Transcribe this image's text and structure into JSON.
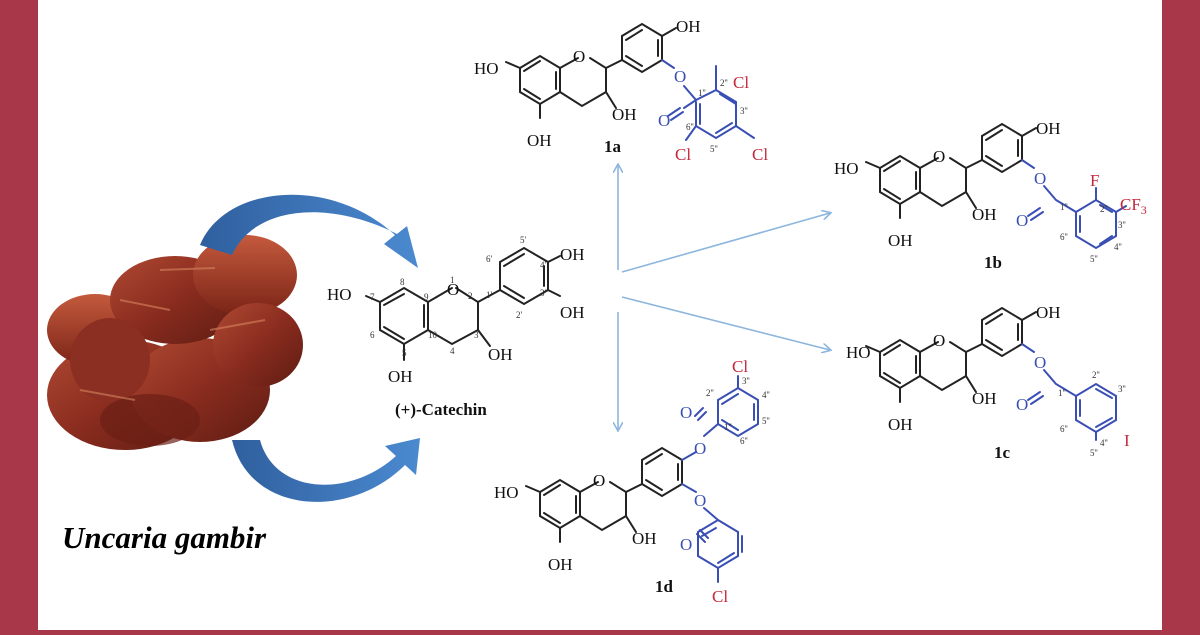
{
  "image": {
    "source_label": "Uncaria gambir",
    "product": "(+)-Catechin"
  },
  "compounds": {
    "catechin": {
      "label": "(+)-Catechin",
      "substituents": [
        "HO",
        "OH",
        "OH",
        "OH",
        "OH"
      ],
      "atom_numbers": [
        "1",
        "2",
        "3",
        "4",
        "5",
        "6",
        "7",
        "8",
        "9",
        "10",
        "1'",
        "2'",
        "3'",
        "4'",
        "5'",
        "6'"
      ],
      "ring_atom": "O"
    },
    "d1a": {
      "label": "1a",
      "substituents": [
        "HO",
        "OH",
        "OH",
        "OH",
        "Cl",
        "Cl",
        "Cl"
      ],
      "ester_atoms": [
        "O",
        "O"
      ],
      "numbers": [
        "1''",
        "2''",
        "3''",
        "5''",
        "6''"
      ]
    },
    "d1b": {
      "label": "1b",
      "substituents": [
        "HO",
        "OH",
        "OH",
        "OH",
        "F",
        "CF3"
      ],
      "ester_atoms": [
        "O",
        "O"
      ],
      "numbers": [
        "1''",
        "2''",
        "3''",
        "4''",
        "5''",
        "6''"
      ]
    },
    "d1c": {
      "label": "1c",
      "substituents": [
        "HO",
        "OH",
        "OH",
        "OH",
        "I"
      ],
      "ester_atoms": [
        "O",
        "O"
      ],
      "numbers": [
        "1''",
        "2''",
        "3''",
        "4''",
        "5''",
        "6''"
      ]
    },
    "d1d": {
      "label": "1d",
      "substituents": [
        "HO",
        "OH",
        "OH",
        "Cl",
        "Cl"
      ],
      "ester_atoms": [
        "O",
        "O",
        "O",
        "O"
      ],
      "numbers": [
        "1''",
        "2''",
        "3''",
        "4''",
        "5''",
        "6''"
      ]
    }
  },
  "colors": {
    "background": "#a8374a",
    "panel": "#ffffff",
    "ester_blue": "#3a4fb3",
    "halogen_red": "#c4283c",
    "arrow_blue": "#3f73b8",
    "pointer_blue": "#8cb6dd",
    "gambir_brown": "#8a2c1f"
  }
}
